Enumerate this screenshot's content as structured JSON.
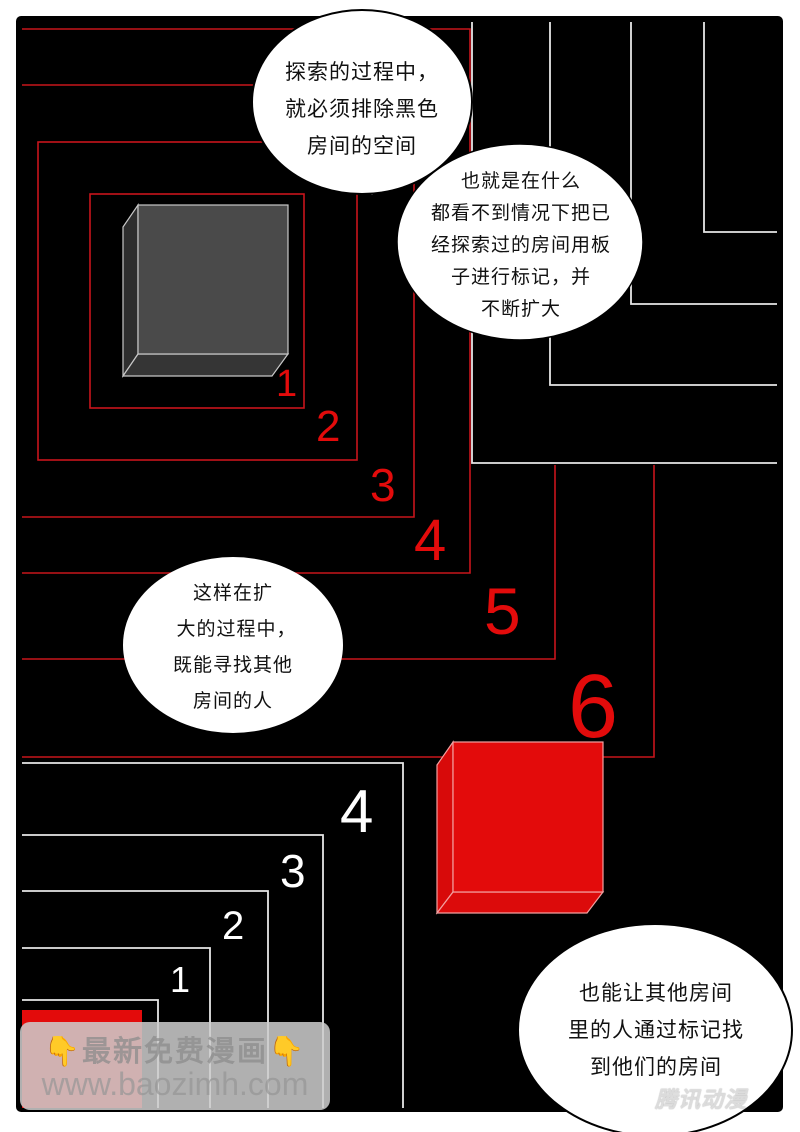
{
  "page": {
    "type": "comic-page",
    "background_color": "#000000",
    "accent_red": "#e30b0b",
    "line_white": "#e8e8e8",
    "gray_block_color": "#4a4a4a"
  },
  "bubbles": [
    {
      "id": "bubble-1",
      "lines": "探索的过程中，\n就必须排除黑色\n房间的空间"
    },
    {
      "id": "bubble-2",
      "lines": "也就是在什么\n都看不到情况下把已\n经探索过的房间用板\n子进行标记，并\n不断扩大"
    },
    {
      "id": "bubble-3",
      "lines": "这样在扩\n 大的过程中，\n既能寻找其他\n房间的人"
    },
    {
      "id": "bubble-4",
      "lines": "也能让其他房间\n里的人通过标记找\n到他们的房间"
    }
  ],
  "red_room_numbers": [
    "1",
    "2",
    "3",
    "4",
    "5",
    "6"
  ],
  "white_room_numbers": [
    "1",
    "2",
    "3",
    "4"
  ],
  "watermark": {
    "hand_icon": "👇",
    "line1": "最新免费漫画",
    "line2": "www.baozimh.com"
  },
  "publisher_logo": "腾讯动漫"
}
